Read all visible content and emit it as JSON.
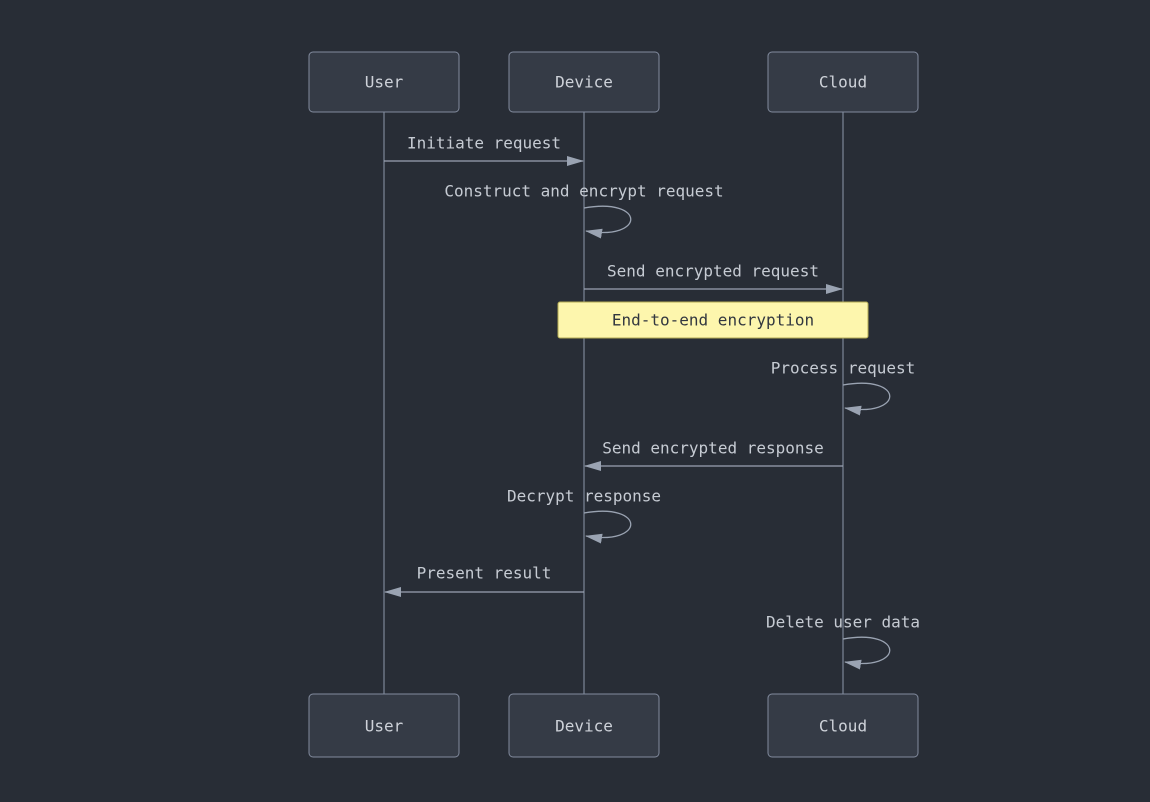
{
  "diagram": {
    "type": "sequence-diagram",
    "actors": [
      {
        "id": "user",
        "label": "User"
      },
      {
        "id": "device",
        "label": "Device"
      },
      {
        "id": "cloud",
        "label": "Cloud"
      }
    ],
    "messages": [
      {
        "from": "user",
        "to": "device",
        "label": "Initiate request",
        "style": "solid-arrow"
      },
      {
        "from": "device",
        "to": "device",
        "label": "Construct and encrypt request",
        "style": "self-loop"
      },
      {
        "from": "device",
        "to": "cloud",
        "label": "Send encrypted request",
        "style": "solid-arrow"
      },
      {
        "from": "cloud",
        "to": "cloud",
        "label": "Process request",
        "style": "self-loop"
      },
      {
        "from": "cloud",
        "to": "device",
        "label": "Send encrypted response",
        "style": "solid-arrow"
      },
      {
        "from": "device",
        "to": "device",
        "label": "Decrypt response",
        "style": "self-loop"
      },
      {
        "from": "device",
        "to": "user",
        "label": "Present result",
        "style": "solid-arrow"
      },
      {
        "from": "cloud",
        "to": "cloud",
        "label": "Delete user data",
        "style": "self-loop"
      }
    ],
    "note": {
      "over": [
        "device",
        "cloud"
      ],
      "label": "End-to-end encryption"
    },
    "colors": {
      "background": "#282d36",
      "actor_fill": "#353b46",
      "actor_border": "#828b9e",
      "label_text": "#c6cbd3",
      "line": "#9aa3b2",
      "note_fill": "#fdf6ad",
      "note_text": "#32373f"
    }
  }
}
